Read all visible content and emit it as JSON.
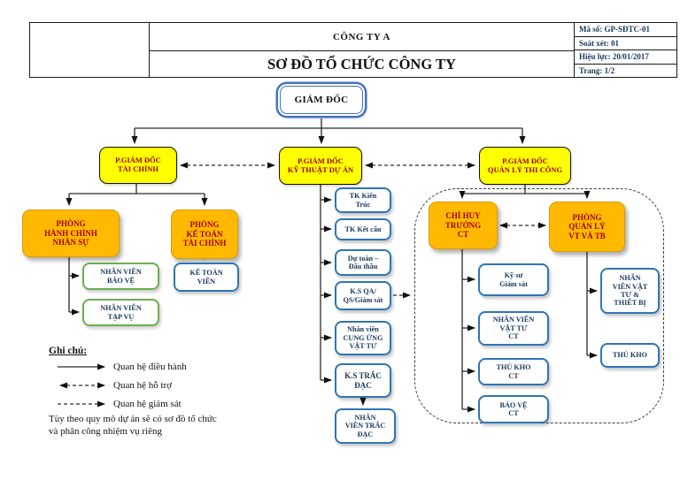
{
  "header": {
    "company": "CÔNG TY A",
    "title": "SƠ ĐỒ TỔ CHỨC CÔNG TY",
    "meta": {
      "code": "Mã số: GP-SĐTC-01",
      "review": "Soát xét: 01",
      "effective": "Hiệu lực: 20/01/2017",
      "page": "Trang: 1/2"
    }
  },
  "nodes": {
    "giam_doc": "GIÁM ĐỐC",
    "pgd_tai_chinh": "P.GIÁM ĐỐC\nTÀI CHÍNH",
    "pgd_ky_thuat": "P.GIÁM ĐỐC\nKỸ THUẬT DỰ ÁN",
    "pgd_thi_cong": "P.GIÁM ĐỐC\nQUẢN LÝ THI CÔNG",
    "phong_hanh_chinh": "PHÒNG\nHÀNH CHÍNH\nNHÂN SỰ",
    "phong_ke_toan": "PHÒNG\nKẾ TOÁN\nTÀI CHÍNH",
    "nv_bao_ve": "NHÂN VIÊN\nBẢO VỆ",
    "nv_tap_vu": "NHÂN VIÊN\nTẠP VỤ",
    "ke_toan_vien": "KẾ TOÁN\nVIÊN",
    "tk_kien_truc": "TK Kiến\nTrúc",
    "tk_ket_cau": "TK Kết cấu",
    "du_toan": "Dự toán –\nĐấu thầu",
    "ks_qa_qs": "K.S QA/\nQS/Giám sát",
    "nv_cung_ung": "Nhân viên\nCUNG ỨNG\nVẬT TƯ",
    "ks_trac_dac": "K.S TRẮC\nĐẠC",
    "nv_trac_dac": "NHÂN\nVIÊN TRẮC\nĐẠC",
    "chi_huy_truong": "CHỈ HUY\nTRƯỞNG\nCT",
    "phong_quan_ly_vttb": "PHÒNG\nQUẢN LÝ\nVT VÀ TB",
    "ky_su_giam_sat": "Kỹ sư\nGiám sát",
    "nv_vat_tu_ct": "NHÂN VIÊN\nVẬT TƯ\nCT",
    "thu_kho_ct": "THỦ KHO\nCT",
    "bao_ve_ct": "BẢO VỆ\nCT",
    "nv_vat_tu_tb": "NHÂN\nVIÊN VẬT\nTƯ &\nTHIẾT BỊ",
    "thu_kho": "THỦ KHO"
  },
  "legend": {
    "heading": "Ghi chú:",
    "executive": "Quan hệ điều hành",
    "support": "Quan hệ hỗ trợ",
    "supervision": "Quan hệ giám sát",
    "note": "Tùy theo quy mô dự án sẽ có sơ đồ tổ chức\nvà phân công nhiệm vụ riêng"
  },
  "colors": {
    "yellow_box": "#FFFF00",
    "orange_box": "#FFB900",
    "blue_border": "#2E75B6",
    "green_border": "#6AAE4E",
    "double_border_blue": "#4472C4",
    "dark_red_text": "#A00000",
    "navy_text": "#17375E",
    "meta_text": "#17375E"
  }
}
